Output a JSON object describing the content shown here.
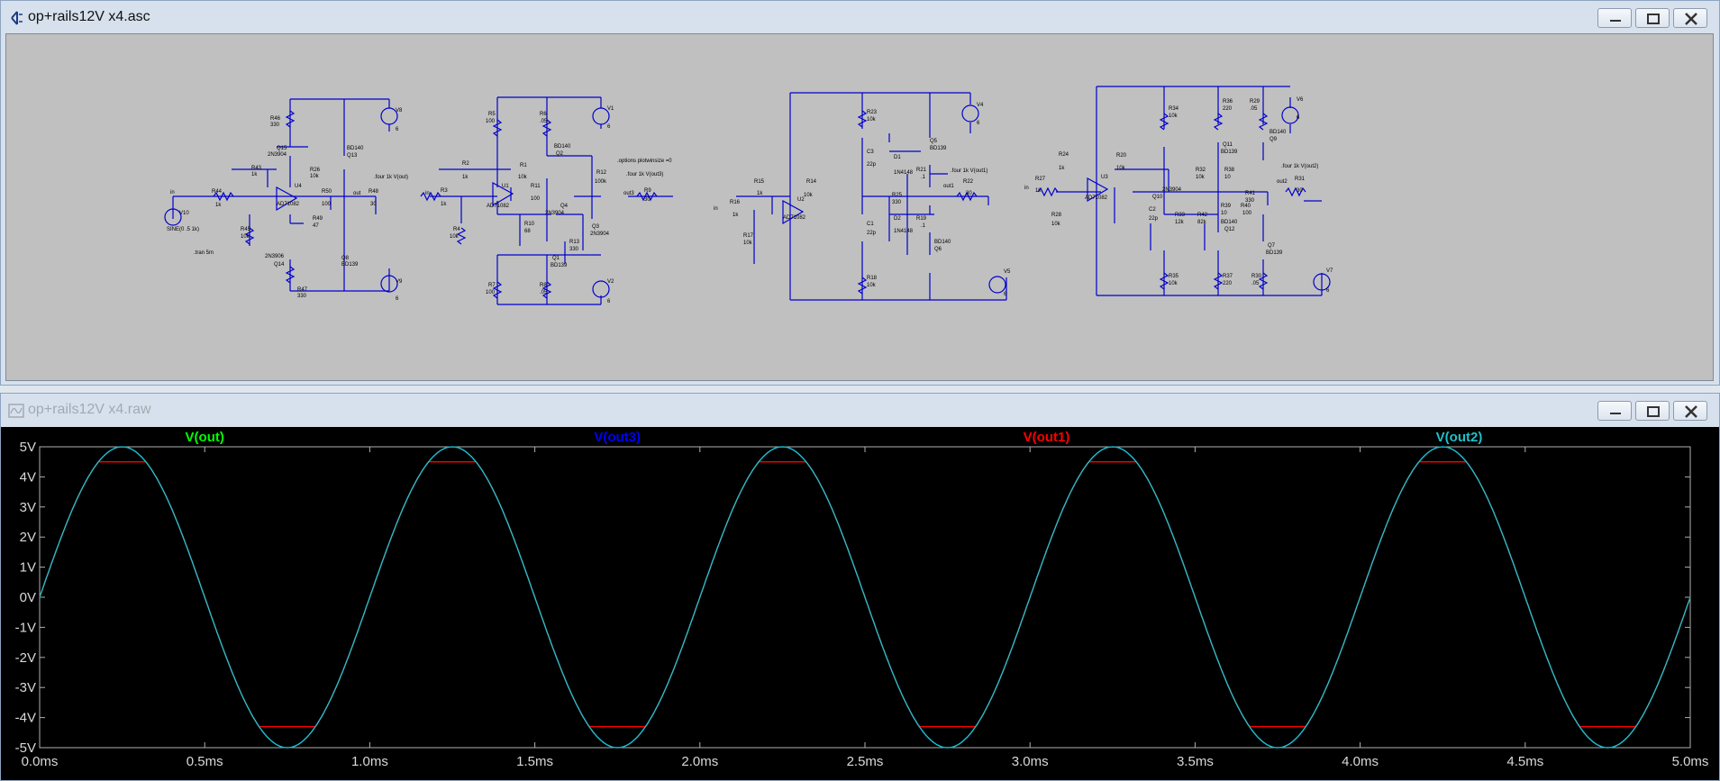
{
  "schematic_window": {
    "title": "op+rails12V x4.asc",
    "schematic": {
      "circuit1": {
        "R46": "R46",
        "R46_val": "330",
        "V8": "V8",
        "V8_val": "6",
        "Q15": "Q15",
        "Q15_model": "2N3904",
        "Q13": "Q13",
        "Q13_model": "BD140",
        "R43": "R43",
        "R43_val": "1k",
        "R26": "R26",
        "R26_val": "10k",
        "U4": "U4",
        "U4_model": "AD71082",
        "R44": "R44",
        "R44_val": "1k",
        "R50": "R50",
        "R50_val": "100",
        "R48": "R48",
        "R48_val": "30",
        "four": ".four 1k V(out)",
        "out": "out",
        "in": "in",
        "V10": "V10",
        "V10_val": "SINE(0 .5 1k)",
        "R45": "R45",
        "R45_val": "10k",
        "R49": "R49",
        "R49_val": "47",
        "tran": ".tran 5m",
        "Q14": "Q14",
        "Q14_model": "2N3906",
        "Q8": "Q8",
        "Q8_model": "BD139",
        "R47": "R47",
        "R47_val": "330",
        "V9": "V9",
        "V9_val": "6"
      },
      "circuit2": {
        "R5": "R5",
        "R5_val": "100",
        "R6": "R6",
        "R6_val": ".05",
        "V1": "V1",
        "V1_val": "6",
        "Q2": "Q2",
        "Q2_model": "BD140",
        "R2": "R2",
        "R2_val": "1k",
        "R1": "R1",
        "R1_val": "10k",
        "U1": "U1",
        "U1_model": "AD71082",
        "R11": "R11",
        "R11_val": "100",
        "R12": "R12",
        "R12_val": "100k",
        "R3": "R3",
        "R3_val": "1k",
        "in": "in",
        "R4": "R4",
        "R4_val": "10k",
        "R10": "R10",
        "R10_val": "68",
        "Q4": "Q4",
        "Q4_model": "2N3904",
        "Q3": "Q3",
        "Q3_model": "2N3904",
        "R13": "R13",
        "R13_val": "330",
        "Q1": "Q1",
        "Q1_model": "BD139",
        "R7": "R7",
        "R7_val": "100",
        "R8": "R8",
        "R8_val": ".05",
        "V2": "V2",
        "V2_val": "6",
        "options": ".options plotwinsize =0",
        "four": ".four 1k V(out3)",
        "out3": "out3",
        "R9": "R9",
        "R9_val": "30"
      },
      "circuit3": {
        "R23": "R23",
        "R23_val": "10k",
        "V4": "V4",
        "V4_val": "6",
        "Q5": "Q5",
        "Q5_model": "BD139",
        "C3": "C3",
        "C3_val": "22p",
        "D1": "D1",
        "D1_model": "1N4148",
        "R21": "R21",
        "R21_val": ".1",
        "four": ".four 1k V(out1)",
        "R15": "R15",
        "R15_val": "1k",
        "R14": "R14",
        "R14_val": "10k",
        "R22": "R22",
        "R22_val": "30",
        "out1": "out1",
        "R25": "R25",
        "R25_val": "330",
        "in": "in",
        "R16": "R16",
        "R16_val": "1k",
        "U2": "U2",
        "U2_model": "AD71082",
        "C1": "C1",
        "C1_val": "22p",
        "D2": "D2",
        "D2_model": "1N4148",
        "R19": "R19",
        "R19_val": ".1",
        "R17": "R17",
        "R17_val": "10k",
        "Q6": "Q6",
        "Q6_model": "BD140",
        "R18": "R18",
        "R18_val": "10k",
        "V5": "V5",
        "V5_val": "6"
      },
      "circuit4": {
        "R34": "R34",
        "R34_val": "10k",
        "R36": "R36",
        "R36_val": "220",
        "R29": "R29",
        "R29_val": ".05",
        "V6": "V6",
        "V6_val": "6",
        "Q9": "Q9",
        "Q9_model": "BD140",
        "Q11": "Q11",
        "Q11_model": "BD139",
        "R24": "R24",
        "R24_val": "1k",
        "R20": "R20",
        "R20_val": "10k",
        "R32": "R32",
        "R32_val": "10k",
        "R38": "R38",
        "R38_val": "10",
        "four": ".four 1k V(out2)",
        "R27": "R27",
        "R27_val": "1k",
        "in": "in",
        "U3": "U3",
        "U3_model": "AD71082",
        "Q10": "Q10",
        "Q10_model": "2N3904",
        "R31": "R31",
        "R31_val": "30",
        "out2": "out2",
        "R41": "R41",
        "R41_val": "330",
        "C2": "C2",
        "C2_val": "22p",
        "R33": "R33",
        "R33_val": "12k",
        "R42": "R42",
        "R42_val": "82k",
        "R39": "R39",
        "R39_val": "10",
        "R40": "R40",
        "R40_val": "100",
        "R28": "R28",
        "R28_val": "10k",
        "Q12": "Q12",
        "Q12_model": "BD140",
        "Q7": "Q7",
        "Q7_model": "BD139",
        "R35": "R35",
        "R35_val": "10k",
        "R37": "R37",
        "R37_val": "220",
        "R30": "R30",
        "R30_val": ".05",
        "V7": "V7",
        "V7_val": "6"
      }
    }
  },
  "waveform_window": {
    "title": "op+rails12V x4.raw"
  },
  "colors": {
    "wire": "#0000cc",
    "trace_out": "#00ff00",
    "trace_out3": "#0000ff",
    "trace_out1": "#ff0000",
    "trace_out2": "#20c0c8",
    "plot_bg": "#000000",
    "axis_text": "#d8d8d8",
    "grid": "#b0b0b0"
  },
  "chart_data": {
    "type": "line",
    "x_unit": "ms",
    "xlim": [
      0,
      5
    ],
    "ylim": [
      -5,
      5
    ],
    "x_ticks": [
      "0.0ms",
      "0.5ms",
      "1.0ms",
      "1.5ms",
      "2.0ms",
      "2.5ms",
      "3.0ms",
      "3.5ms",
      "4.0ms",
      "4.5ms",
      "5.0ms"
    ],
    "y_ticks": [
      "5V",
      "4V",
      "3V",
      "2V",
      "1V",
      "0V",
      "-1V",
      "-2V",
      "-3V",
      "-4V",
      "-5V"
    ],
    "grid": false,
    "series": [
      {
        "name": "V(out)",
        "color": "#00ff00",
        "amplitude": 5,
        "frequency_khz": 1,
        "clip_high": 5,
        "clip_low": -5
      },
      {
        "name": "V(out3)",
        "color": "#0000ff",
        "amplitude": 5,
        "frequency_khz": 1,
        "clip_high": 5,
        "clip_low": -5
      },
      {
        "name": "V(out1)",
        "color": "#ff0000",
        "amplitude": 5,
        "frequency_khz": 1,
        "clip_high": 4.5,
        "clip_low": -4.3
      },
      {
        "name": "V(out2)",
        "color": "#20c0c8",
        "amplitude": 5,
        "frequency_khz": 1,
        "clip_high": 5,
        "clip_low": -5
      }
    ]
  }
}
